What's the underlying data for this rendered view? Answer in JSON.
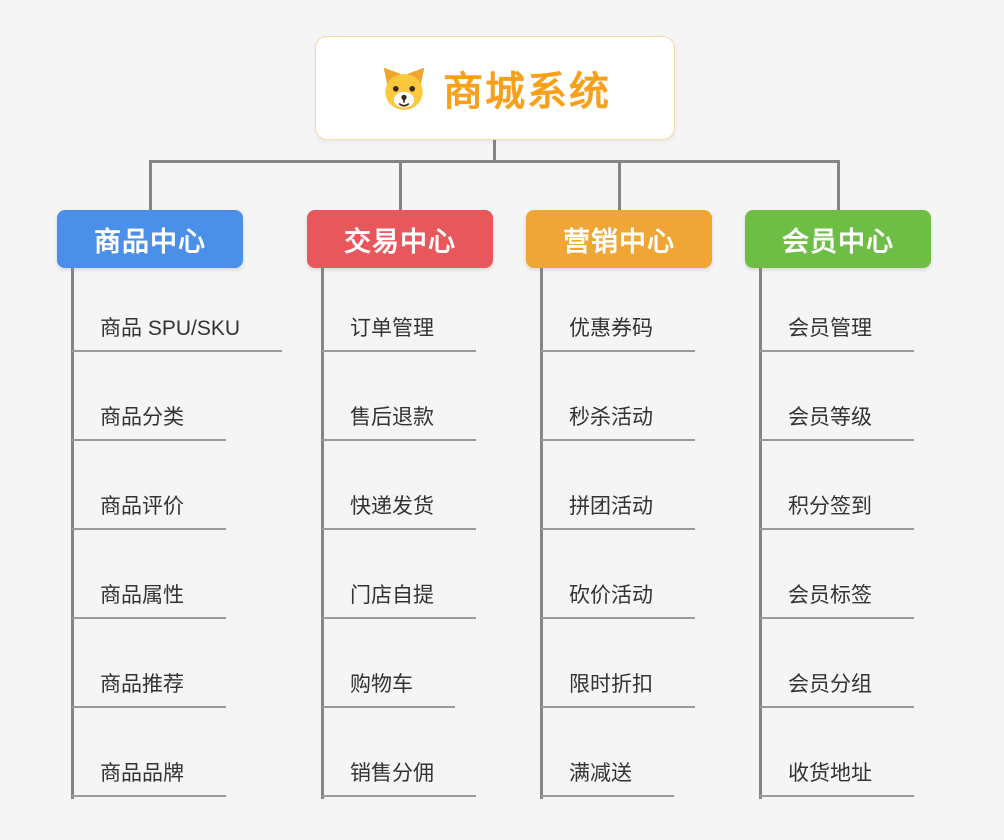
{
  "root": {
    "title": "商城系统",
    "icon": "dog-icon"
  },
  "branches": [
    {
      "label": "商品中心",
      "color": "#4a8fe8",
      "items": [
        "商品 SPU/SKU",
        "商品分类",
        "商品评价",
        "商品属性",
        "商品推荐",
        "商品品牌"
      ]
    },
    {
      "label": "交易中心",
      "color": "#e8575c",
      "items": [
        "订单管理",
        "售后退款",
        "快递发货",
        "门店自提",
        "购物车",
        "销售分佣"
      ]
    },
    {
      "label": "营销中心",
      "color": "#efa636",
      "items": [
        "优惠券码",
        "秒杀活动",
        "拼团活动",
        "砍价活动",
        "限时折扣",
        "满减送"
      ]
    },
    {
      "label": "会员中心",
      "color": "#6ebe45",
      "items": [
        "会员管理",
        "会员等级",
        "积分签到",
        "会员标签",
        "会员分组",
        "收货地址"
      ]
    }
  ],
  "colors": {
    "background": "#f5f5f5",
    "connector": "#858585",
    "underline": "#9a9a9a",
    "item_text": "#333333",
    "root_border": "#f6d9a4",
    "root_title": "#f9a01b"
  }
}
